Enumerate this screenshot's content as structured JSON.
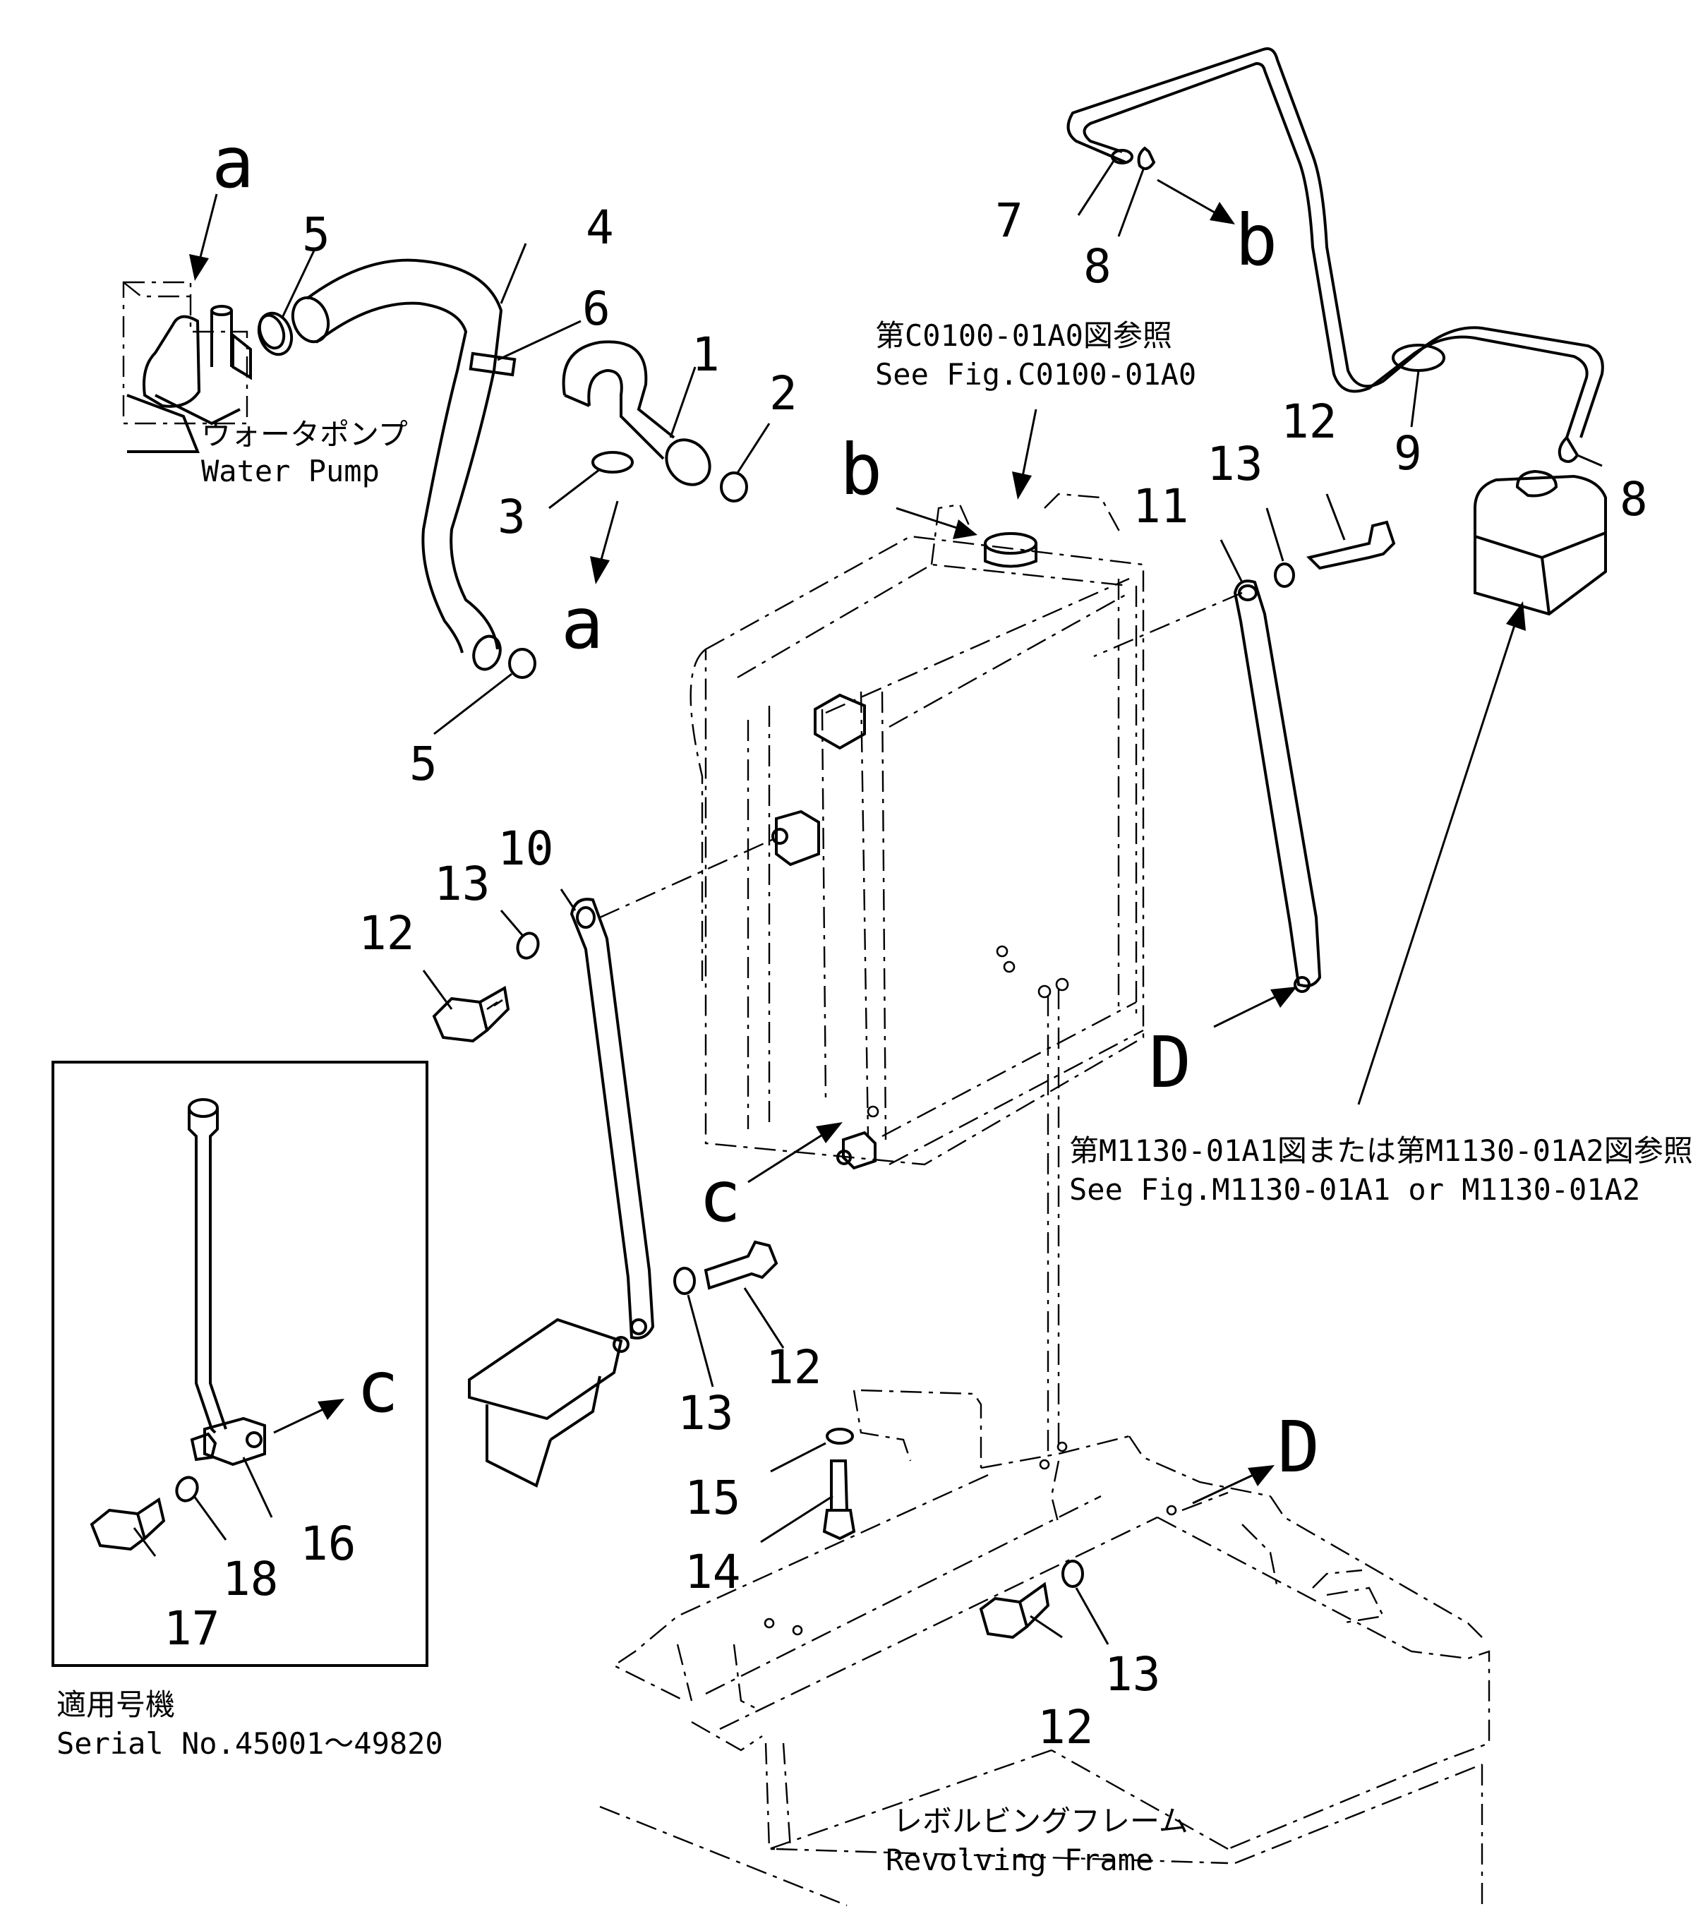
{
  "notes": {
    "water_pump_jp": "ウォータポンプ",
    "water_pump_en": "Water Pump",
    "ref_c0100_jp": "第C0100-01A0図参照",
    "ref_c0100_en": "See Fig.C0100-01A0",
    "ref_m1130_jp": "第M1130-01A1図または第M1130-01A2図参照",
    "ref_m1130_en": "See Fig.M1130-01A1 or M1130-01A2",
    "serial_jp": "適用号機",
    "serial_en": "Serial No.45001～49820",
    "frame_jp": "レボルビングフレーム",
    "frame_en": "Revolving Frame"
  },
  "callouts": {
    "p1": "1",
    "p2": "2",
    "p3": "3",
    "p4": "4",
    "p5": "5",
    "p6": "6",
    "p7": "7",
    "p8": "8",
    "p9": "9",
    "p10": "10",
    "p11": "11",
    "p12": "12",
    "p13": "13",
    "p14": "14",
    "p15": "15",
    "p16": "16",
    "p17": "17",
    "p18": "18"
  },
  "letters": {
    "a": "a",
    "b": "b",
    "c": "c",
    "d": "D"
  }
}
